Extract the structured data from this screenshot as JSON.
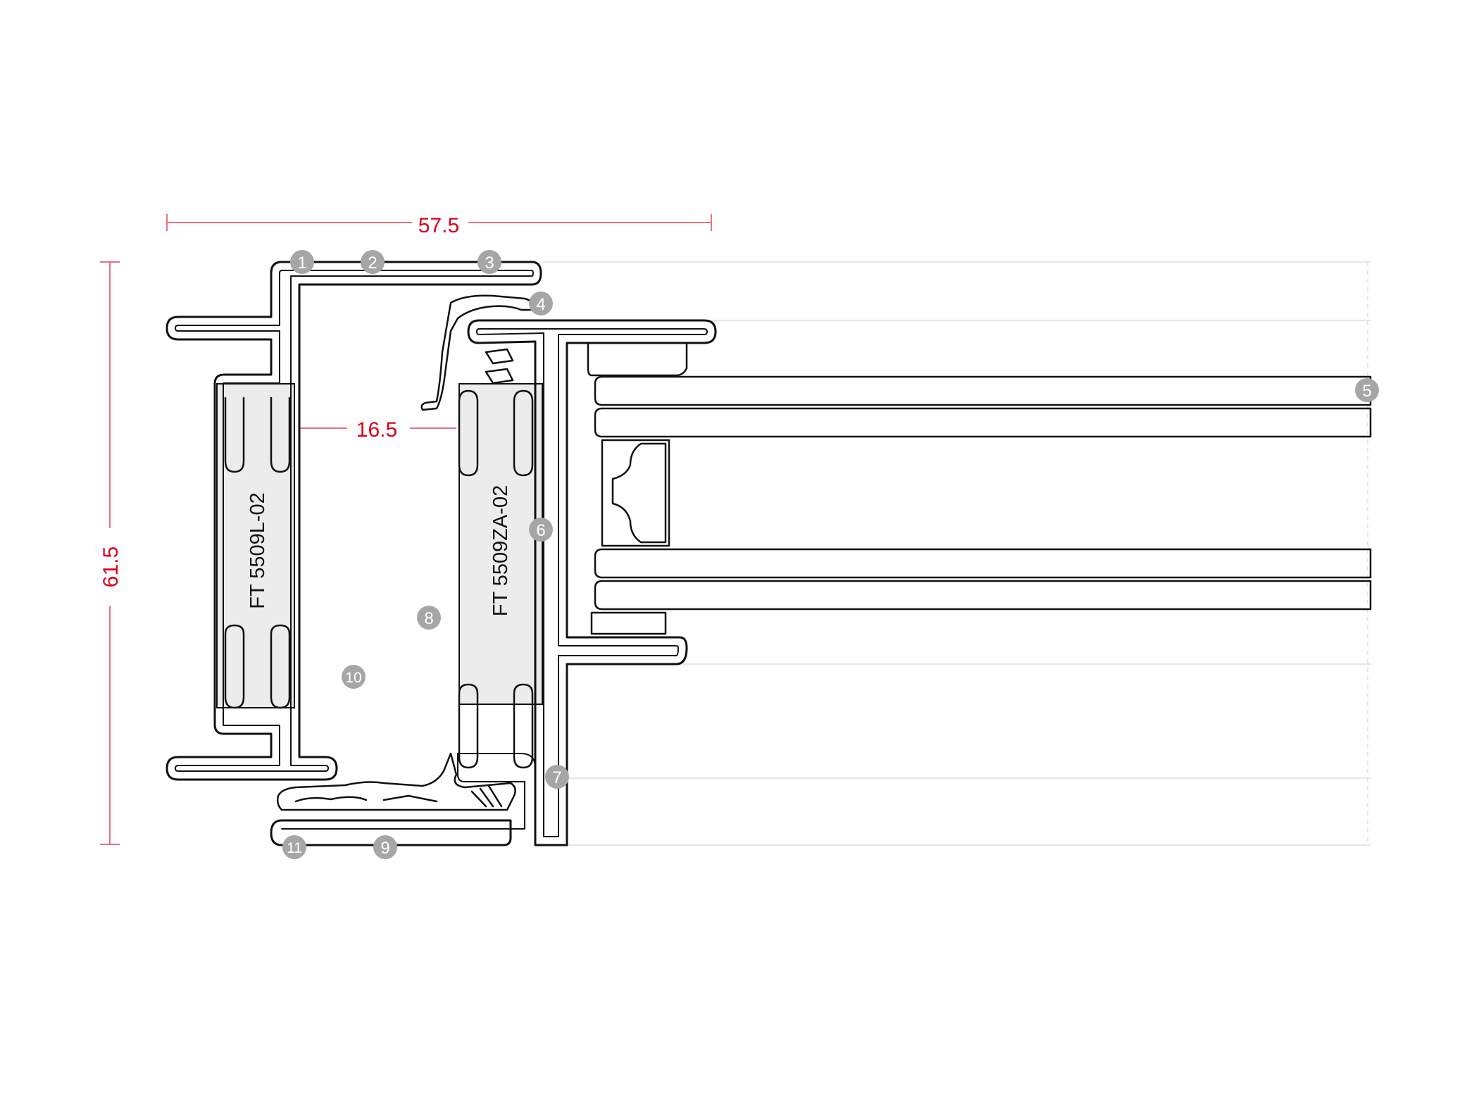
{
  "colors": {
    "dimension": "#d9001b",
    "dimension_line": "#e8707e",
    "outline": "#111111",
    "thermal_break_fill": "#ececec",
    "badge_fill": "#a6a6a6",
    "badge_text": "#ffffff",
    "guide_line": "#e6e6e6"
  },
  "dimensions": {
    "overall_width": "57.5",
    "overall_height": "61.5",
    "inner_gap": "16.5"
  },
  "profiles": {
    "left_insulator": "FT 5509L-02",
    "right_insulator": "FT 5509ZA-02"
  },
  "callouts": [
    "1",
    "2",
    "3",
    "4",
    "5",
    "6",
    "7",
    "8",
    "9",
    "10",
    "11"
  ]
}
